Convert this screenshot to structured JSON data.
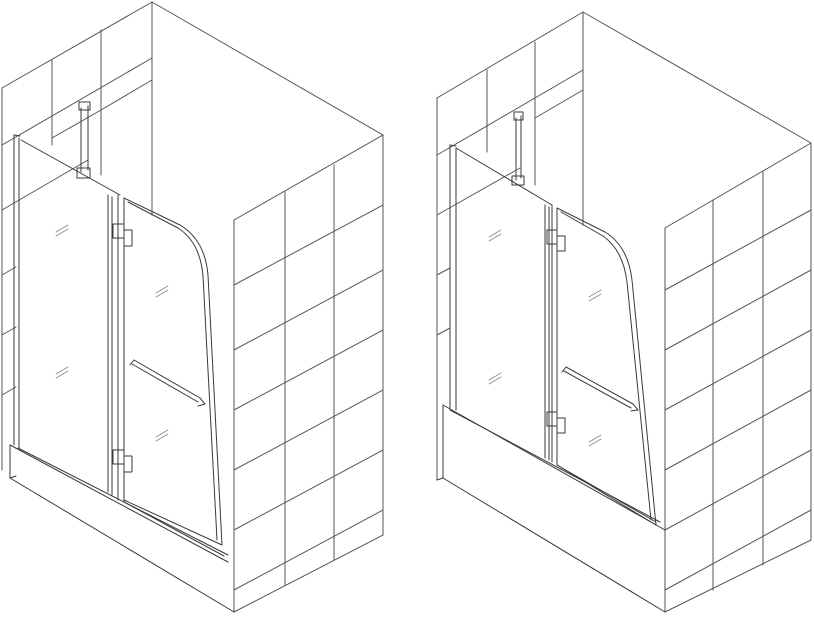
{
  "figure": {
    "views": [
      {
        "name": "shower-enclosure-view",
        "base": "shower-tray"
      },
      {
        "name": "tub-enclosure-view",
        "base": "bathtub"
      }
    ],
    "colors": {
      "background": "#ffffff",
      "line": "#3a3a3a",
      "wall_line": "#555555",
      "glass_mark": "#888888"
    }
  }
}
